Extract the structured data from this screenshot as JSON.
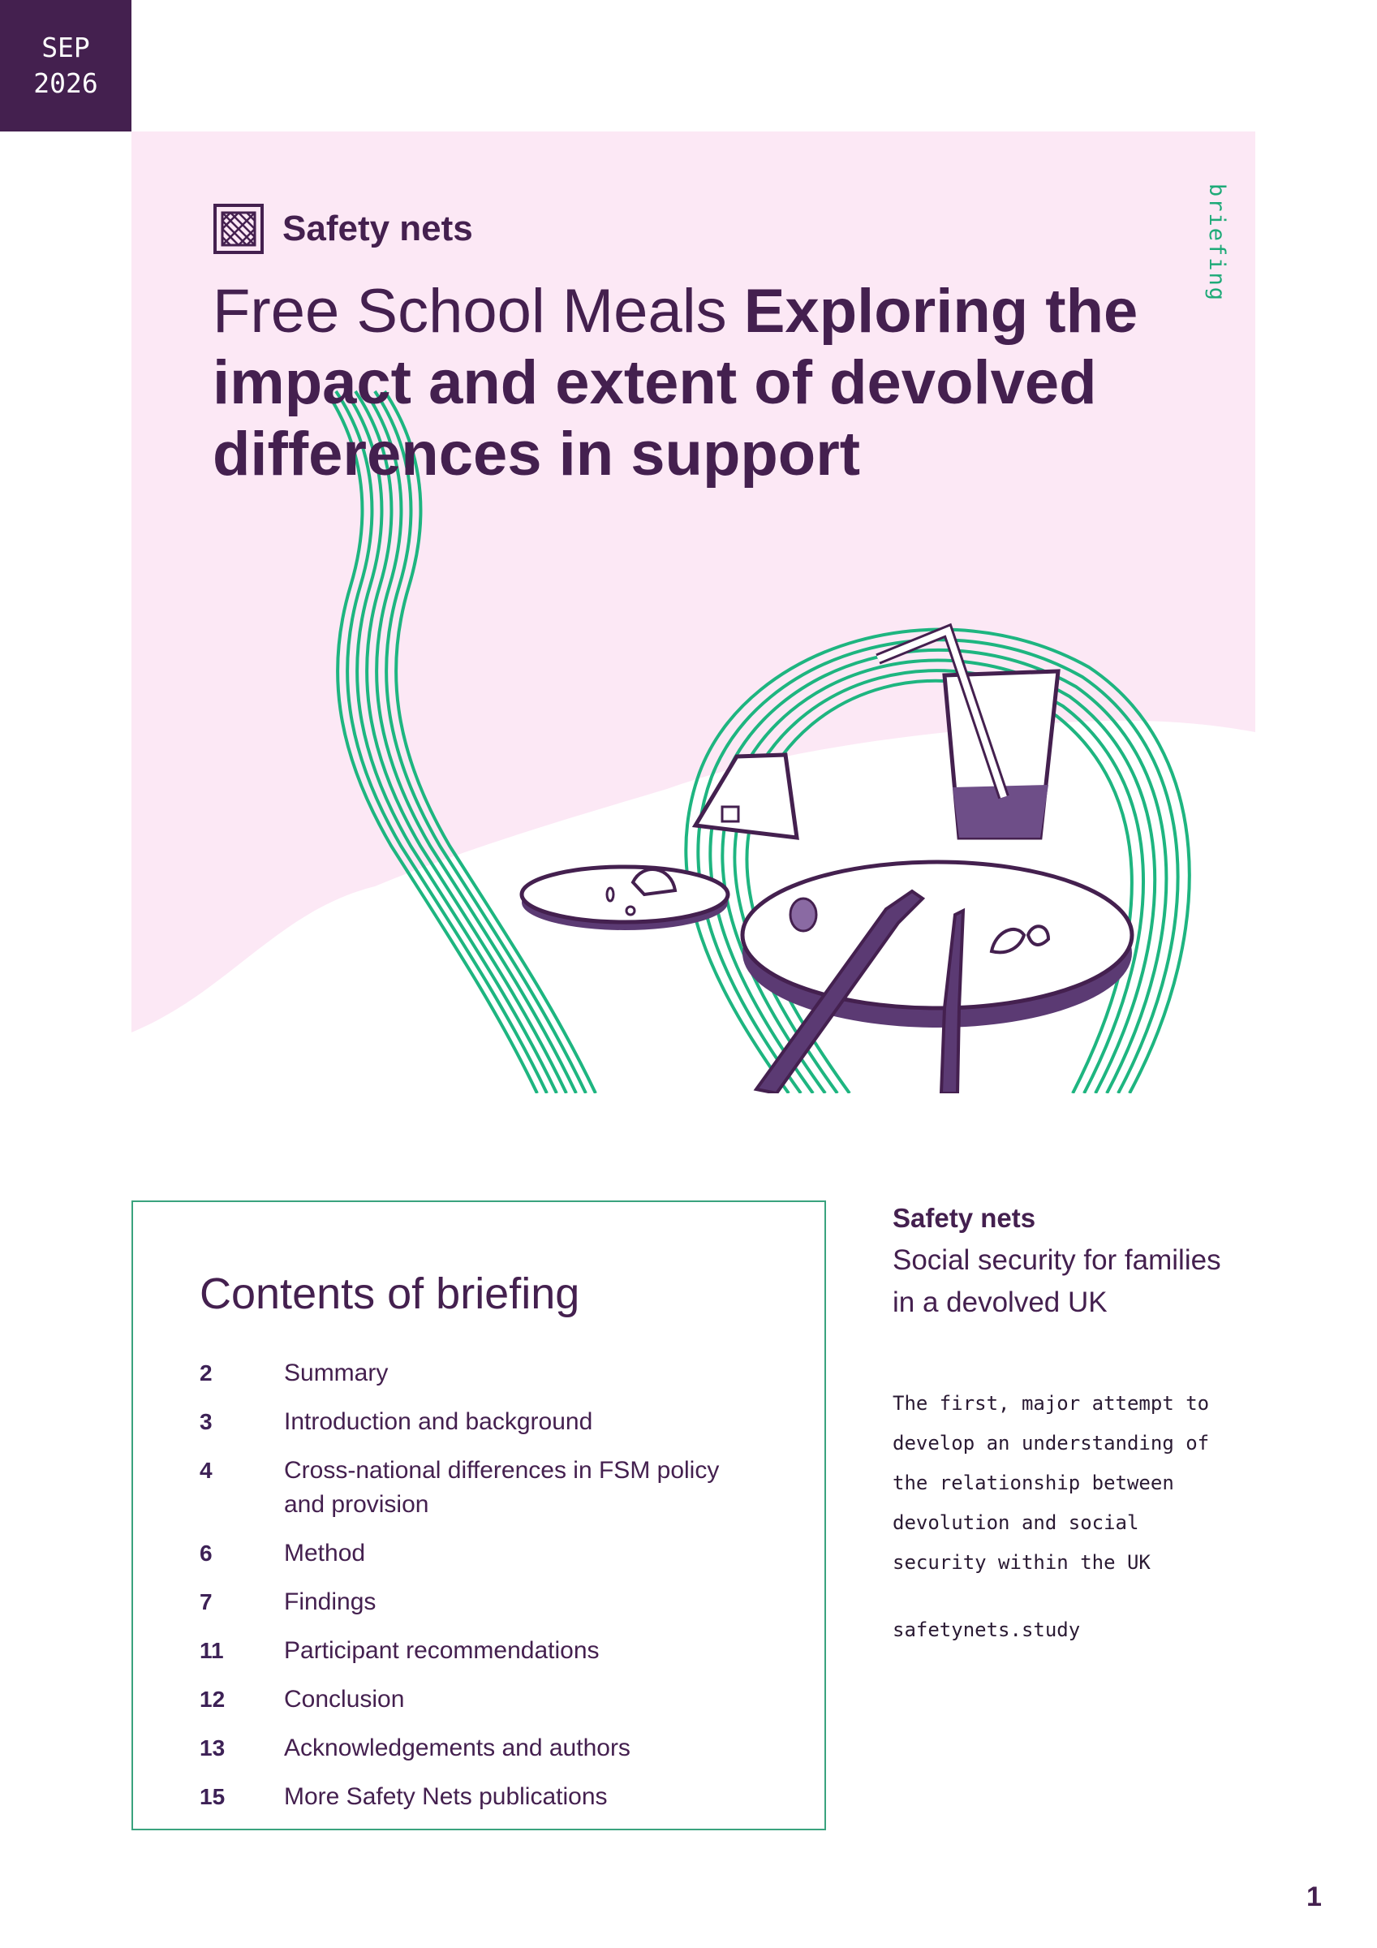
{
  "date_tab": {
    "month": "SEP",
    "year": "2026"
  },
  "hero": {
    "brand_name": "Safety nets",
    "title_light": "Free School Meals ",
    "title_bold": "Exploring the impact and extent of devolved differences in support",
    "vertical_tag": "briefing",
    "colors": {
      "background": "#fce8f5",
      "accent_green": "#1eaa78",
      "purple": "#44204f"
    },
    "illustration_icons": [
      "ribbon-lines",
      "plate-icon",
      "fork-icon",
      "knife-icon",
      "glass-with-straw-icon",
      "milk-carton-icon"
    ]
  },
  "contents": {
    "heading": "Contents of briefing",
    "items": [
      {
        "page": "2",
        "label": "Summary"
      },
      {
        "page": "3",
        "label": "Introduction and background"
      },
      {
        "page": "4",
        "label": "Cross-national differences in FSM policy and provision"
      },
      {
        "page": "6",
        "label": "Method"
      },
      {
        "page": "7",
        "label": "Findings"
      },
      {
        "page": "11",
        "label": "Participant recommendations"
      },
      {
        "page": "12",
        "label": "Conclusion"
      },
      {
        "page": "13",
        "label": "Acknowledgements and authors"
      },
      {
        "page": "15",
        "label": "More Safety Nets publications"
      }
    ]
  },
  "aside": {
    "title": "Safety nets",
    "subtitle_line1": "Social security for families",
    "subtitle_line2": "in a devolved UK",
    "description_lines": [
      "The first, major attempt to",
      "develop an understanding of",
      "the relationship between",
      "devolution and social",
      "security within the UK"
    ],
    "url": "safetynets.study"
  },
  "page_number": "1"
}
